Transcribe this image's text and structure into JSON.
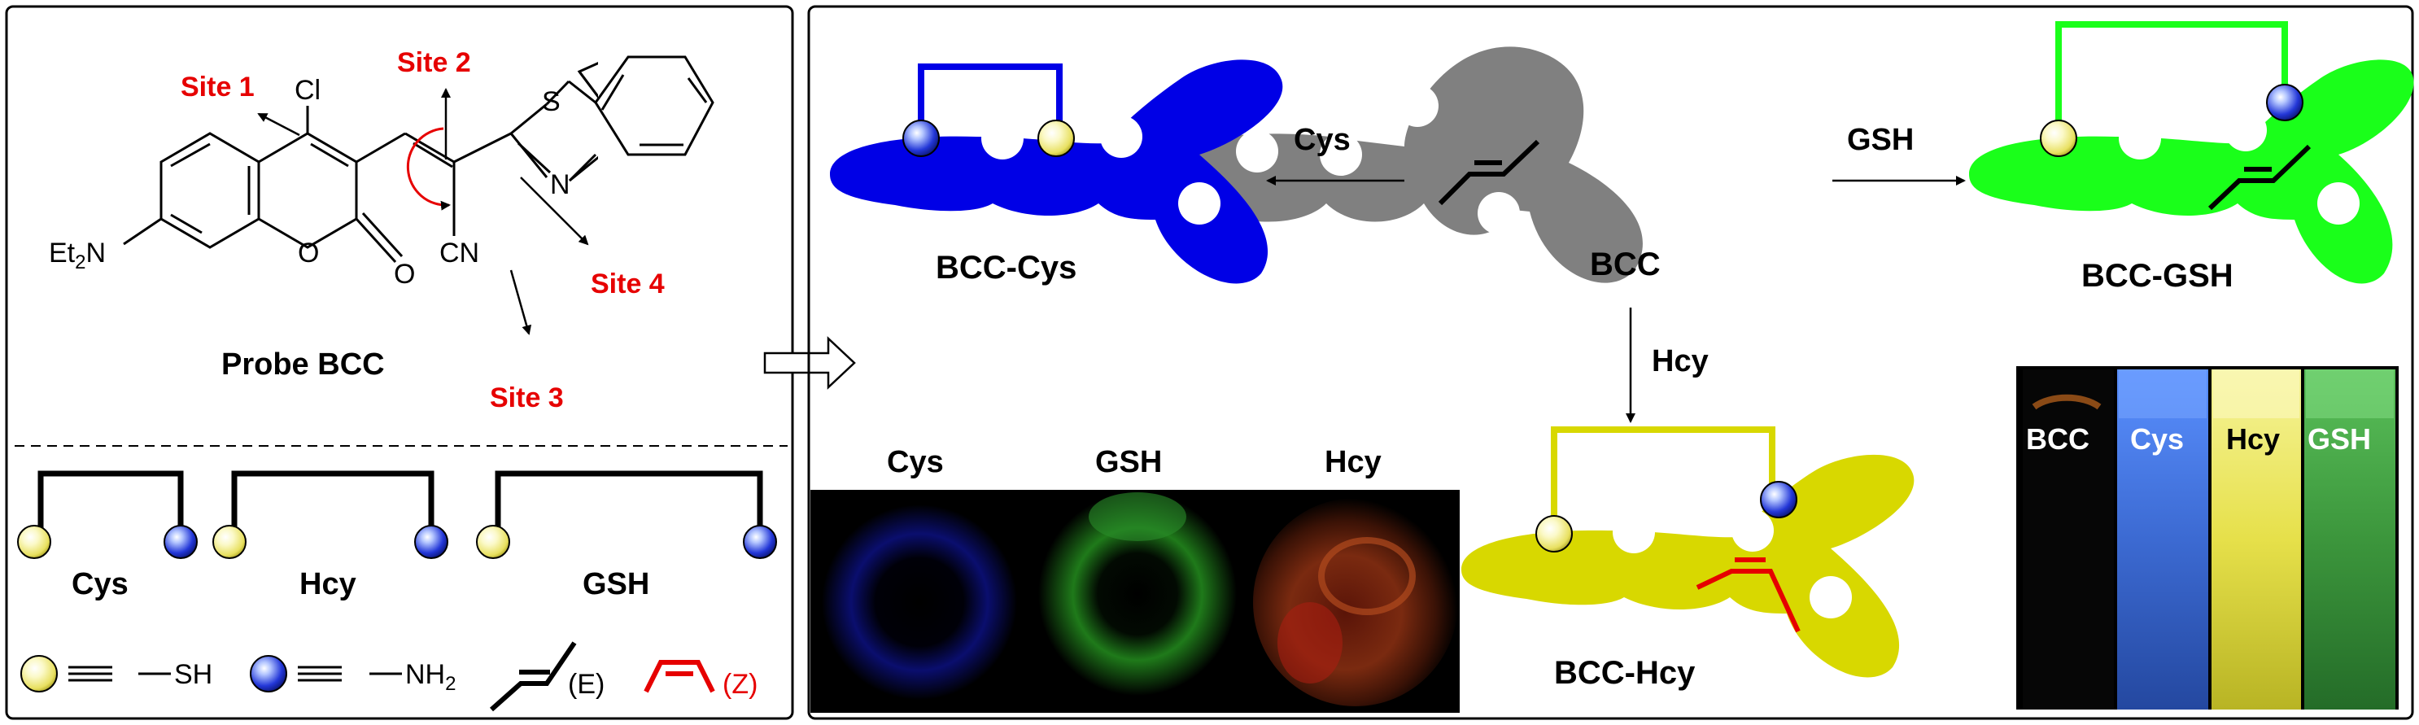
{
  "left_panel": {
    "probe_label": "Probe BCC",
    "atom_cl": "Cl",
    "atom_s": "S",
    "atom_n": "N",
    "atom_cn": "CN",
    "atom_o_ring": "O",
    "atom_o_carbonyl": "O",
    "amine_et": "Et",
    "amine_sub": "2",
    "amine_n": "N",
    "sites": [
      "Site 1",
      "Site 2",
      "Site 3",
      "Site 4"
    ],
    "thiols": [
      "Cys",
      "Hcy",
      "GSH"
    ],
    "legend": {
      "sh": "SH",
      "nh": "NH",
      "nh_sub": "2",
      "e_label": "(E)",
      "z_label": "(Z)"
    }
  },
  "right_panel": {
    "center_label": "BCC",
    "products": [
      "BCC-Cys",
      "BCC-GSH",
      "BCC-Hcy"
    ],
    "arrow_labels": [
      "Cys",
      "GSH",
      "Hcy"
    ],
    "cell_labels": [
      "Cys",
      "GSH",
      "Hcy"
    ],
    "vial_labels": [
      "BCC",
      "Cys",
      "Hcy",
      "GSH"
    ]
  },
  "colors": {
    "site_red": "#e60000",
    "bcc_grey": "#808080",
    "cys_blue": "#0000e6",
    "gsh_green": "#1aff1a",
    "hcy_yellow": "#d8d800"
  }
}
